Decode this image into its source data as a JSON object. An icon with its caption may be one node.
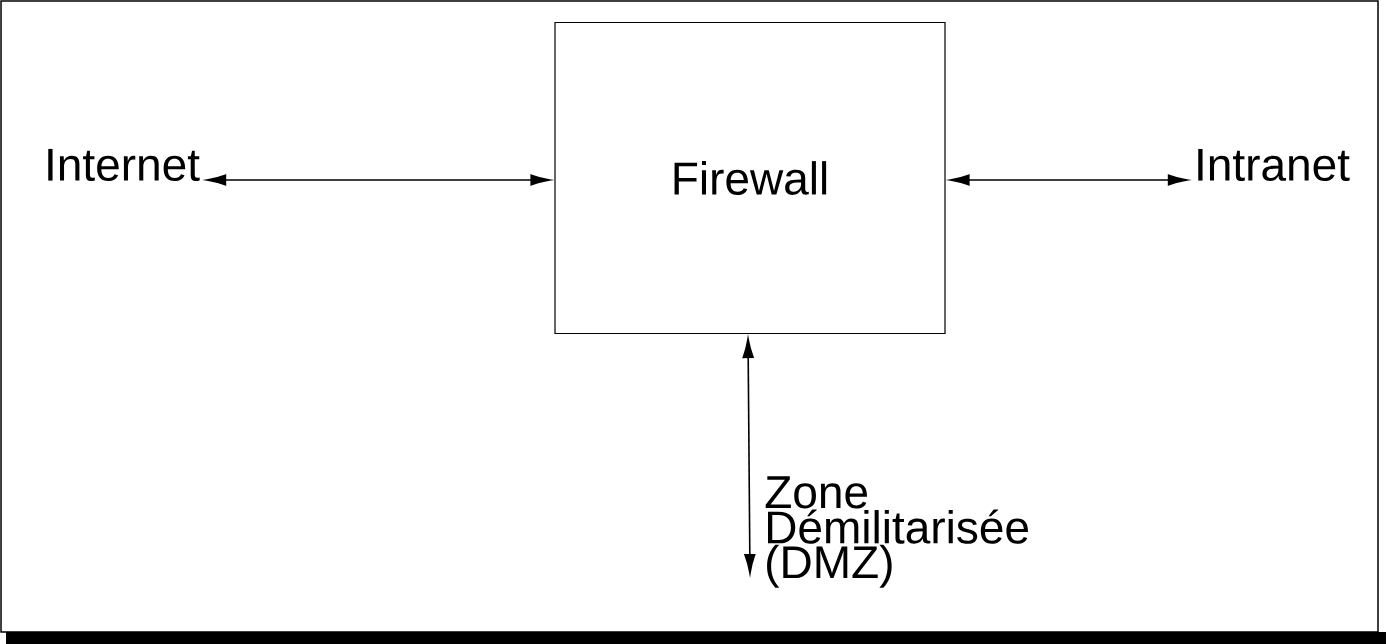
{
  "diagram": {
    "nodes": [
      {
        "text": [
          "Internet"
        ]
      },
      {
        "text": [
          "Firewall"
        ]
      },
      {
        "text": [
          "Intranet"
        ]
      },
      {
        "text": [
          "Zone Démilitarisée (DMZ)"
        ]
      }
    ],
    "edges": [
      {
        "from": 0,
        "to": 1,
        "arrow": "both"
      },
      {
        "from": 1,
        "to": 2,
        "arrow": "both"
      },
      {
        "from": 1,
        "to": 3,
        "arrow": "both"
      }
    ]
  }
}
